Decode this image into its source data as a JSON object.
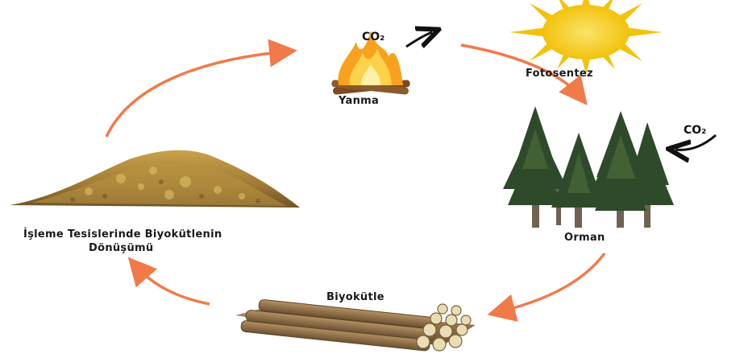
{
  "labels": {
    "co2_top": "CO₂",
    "yanma": "Yanma",
    "fotosentez": "Fotosentez",
    "co2_right": "CO₂",
    "orman": "Orman",
    "biyokutle": "Biyokütle",
    "isleme_line1": "İşleme Tesislerinde Biyokütlenin",
    "isleme_line2": "Dönüşümü"
  },
  "colors": {
    "cycle_arrow": "#f07a4a",
    "co2_arrow": "#111111",
    "sun": "#f7d21a",
    "tree": "#2f4a2a",
    "log": "#8a6a3a",
    "biomass": "#a8823a"
  }
}
